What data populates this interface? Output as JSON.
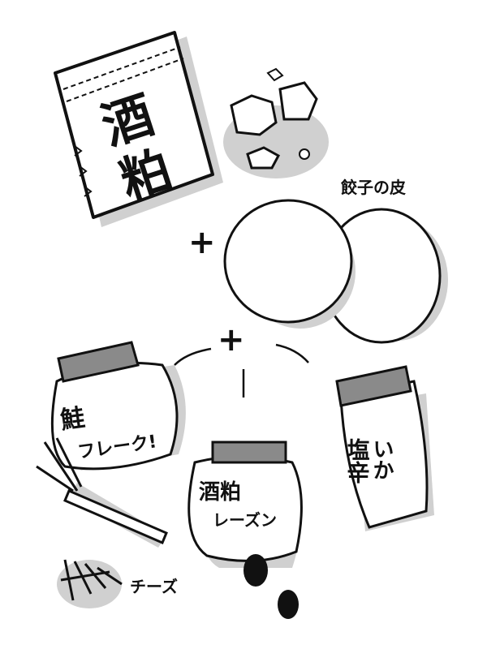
{
  "items": {
    "sake_kasu": {
      "line1": "酒",
      "line2": "粕"
    },
    "gyoza_skin": "餃子の皮",
    "salmon_flakes": {
      "line1": "鮭",
      "line2": "フレーク!"
    },
    "kasu_raisin": {
      "line1": "酒粕",
      "line2": "レーズン"
    },
    "ika_shiokara": {
      "line1": "いか",
      "line2": "塩辛"
    },
    "cheese": "チーズ"
  },
  "symbols": {
    "plus1": "+",
    "plus2": "+"
  },
  "colors": {
    "shadow": "#d0d0d0",
    "lid": "#8a8a8a",
    "ink": "#111111",
    "bag": "#e8e8e8"
  }
}
